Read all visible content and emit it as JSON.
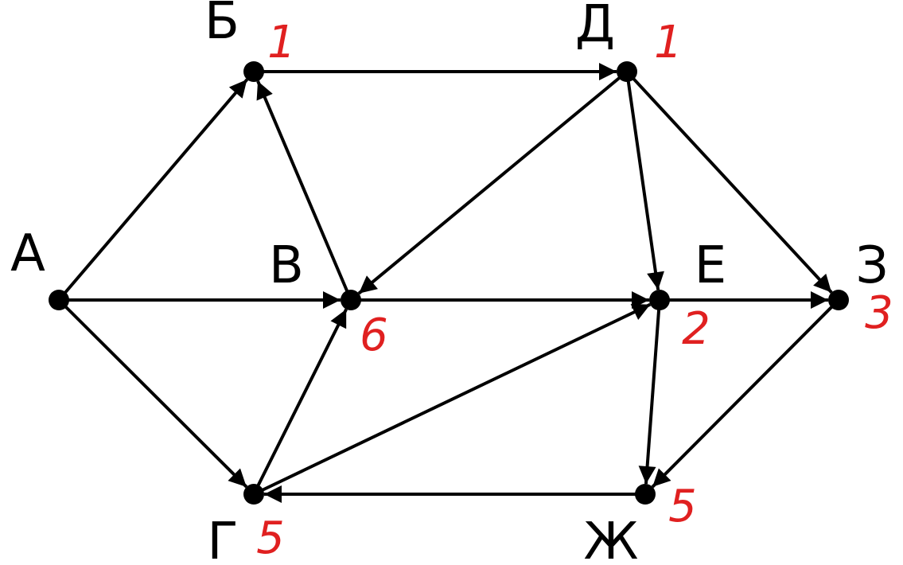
{
  "colors": {
    "edge": "#000000",
    "node": "#000000",
    "label": "#000000",
    "weight": "#e02020"
  },
  "nodes": [
    {
      "id": "A",
      "label": "А",
      "weight": ""
    },
    {
      "id": "B",
      "label": "Б",
      "weight": "1"
    },
    {
      "id": "V",
      "label": "В",
      "weight": "6"
    },
    {
      "id": "G",
      "label": "Г",
      "weight": "5"
    },
    {
      "id": "D",
      "label": "Д",
      "weight": "1"
    },
    {
      "id": "E",
      "label": "Е",
      "weight": "2"
    },
    {
      "id": "Zh",
      "label": "Ж",
      "weight": "5"
    },
    {
      "id": "Z",
      "label": "З",
      "weight": "3"
    }
  ],
  "edges": [
    {
      "from": "A",
      "to": "B"
    },
    {
      "from": "A",
      "to": "V"
    },
    {
      "from": "A",
      "to": "G"
    },
    {
      "from": "V",
      "to": "B"
    },
    {
      "from": "B",
      "to": "D"
    },
    {
      "from": "D",
      "to": "V"
    },
    {
      "from": "D",
      "to": "E"
    },
    {
      "from": "D",
      "to": "Z"
    },
    {
      "from": "V",
      "to": "E"
    },
    {
      "from": "G",
      "to": "V"
    },
    {
      "from": "G",
      "to": "E"
    },
    {
      "from": "E",
      "to": "Z"
    },
    {
      "from": "E",
      "to": "Zh"
    },
    {
      "from": "Z",
      "to": "Zh"
    },
    {
      "from": "Zh",
      "to": "G"
    }
  ]
}
